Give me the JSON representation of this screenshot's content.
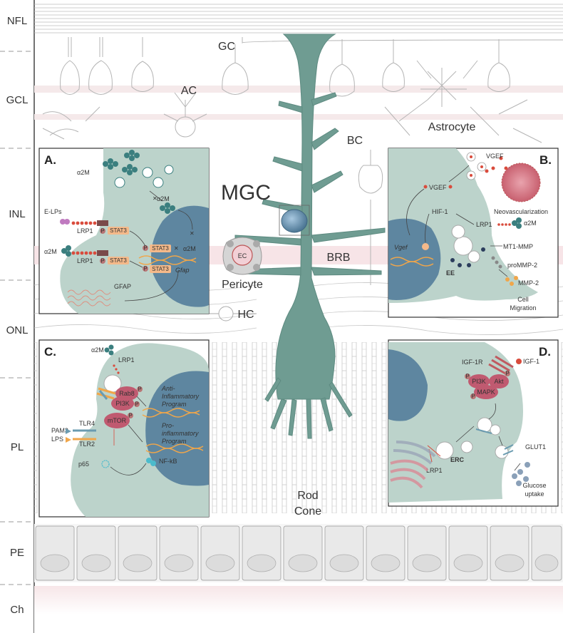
{
  "layers": [
    "NFL",
    "GCL",
    "INL",
    "ONL",
    "PL",
    "PE",
    "Ch"
  ],
  "cells": {
    "gc": "GC",
    "ac": "AC",
    "bc": "BC",
    "astrocyte": "Astrocyte",
    "mgc": "MGC",
    "ec": "EC",
    "pericyte": "Pericyte",
    "brb": "BRB",
    "hc": "HC",
    "rod": "Rod",
    "cone": "Cone"
  },
  "panelA": {
    "letter": "A.",
    "a2m_top": "α2M",
    "a2m_mid": "α2M",
    "elps": "E-LPs",
    "lrp1_1": "LRP1",
    "lrp1_2": "LRP1",
    "a2m_left": "α2M",
    "stat3_1": "STAT3",
    "stat3_2": "STAT3",
    "stat3_3": "STAT3",
    "stat3_4": "STAT3",
    "a2m_faded": "α2M",
    "gfap_gene": "Gfap",
    "gfap": "GFAP",
    "p": "P"
  },
  "panelB": {
    "letter": "B.",
    "vgef_top": "VGEF",
    "vgef_left": "VGEF",
    "neovasc": "Neovascularization",
    "hif1": "HIF-1",
    "lrp1": "LRP1",
    "a2m": "α2M",
    "vgef_gene": "Vgef",
    "mt1mmp": "MT1-MMP",
    "prommp2": "proMMP-2",
    "ee": "EE",
    "mmp2": "MMP-2",
    "cell": "Cell",
    "migration": "Migration"
  },
  "panelC": {
    "letter": "C.",
    "a2m": "α2M",
    "lrp1": "LRP1",
    "rab8": "Rab8",
    "pi3k": "PI3K",
    "anti1": "Anti-",
    "anti2": "Inflammatory",
    "program1": "Program",
    "pro1": "Pro-",
    "pro2": "inflammatory",
    "program2": "Program",
    "mtor": "mTOR",
    "tlr4": "TLR4",
    "pam3": "PAM3",
    "lps": "LPS",
    "tlr2": "TLR2",
    "p65": "p65",
    "nfkb": "NF-kB",
    "p": "P"
  },
  "panelD": {
    "letter": "D.",
    "igf1r": "IGF-1R",
    "igf1": "IGF-1",
    "pi3k": "PI3K",
    "akt": "Akt",
    "mapk": "MAPK",
    "glut1": "GLUT1",
    "lrp1": "LRP1",
    "erc": "ERC",
    "glucose": "Glucose",
    "uptake": "uptake",
    "p": "P"
  },
  "colors": {
    "cell_fill": "#bcd3cb",
    "mgc": "#6f9c92",
    "nucleus": "#5e86a0",
    "stat3": "#f4b98a",
    "red": "#d94b3c",
    "pink": "#d98a96",
    "line": "#aaaaaa"
  }
}
